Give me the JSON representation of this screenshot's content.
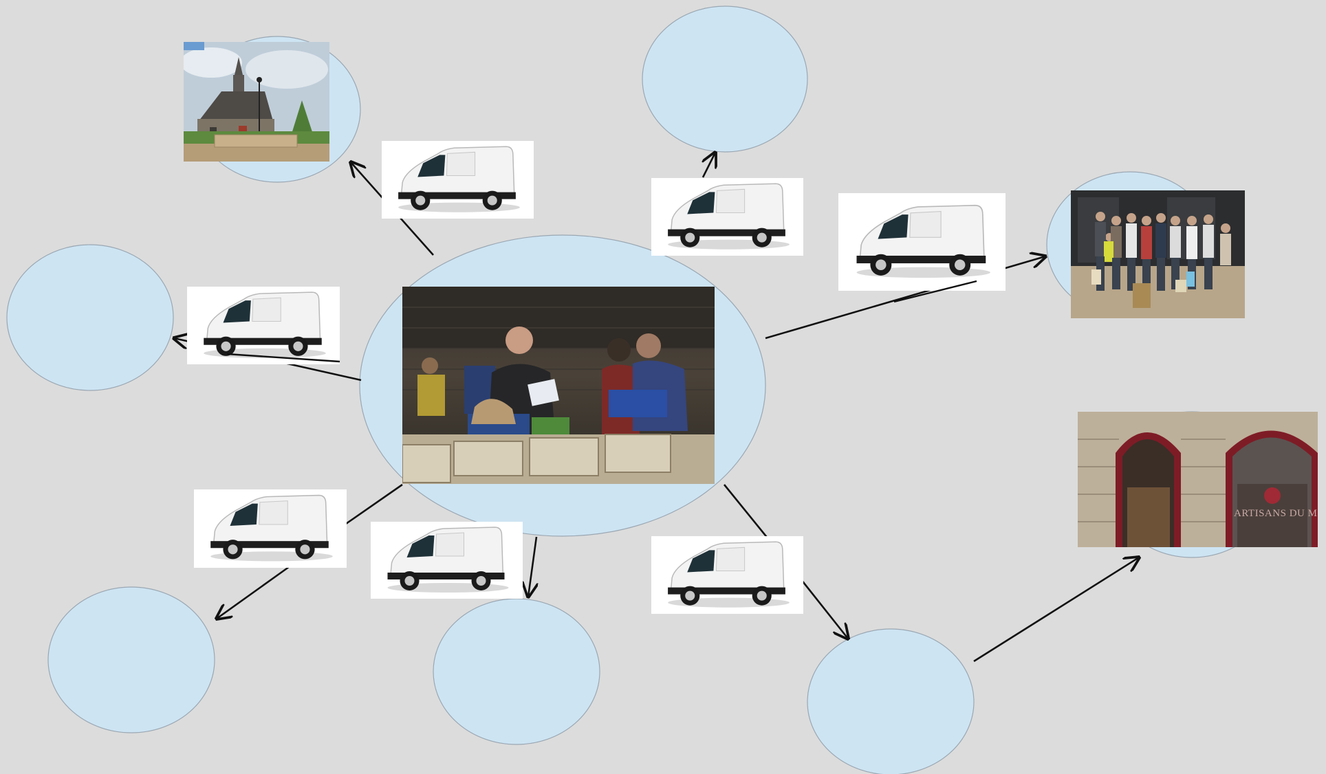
{
  "diagram": {
    "title": "",
    "colors": {
      "background": "#dcdcdc",
      "node_fill": "#cde4f3",
      "node_stroke": "#9aa7b2",
      "arrow": "#111111",
      "van_box": "#ffffff"
    },
    "nodes": [
      {
        "id": "hub",
        "image": "packing-vegetables-photo"
      },
      {
        "id": "church",
        "image": "village-church-photo"
      },
      {
        "id": "top-empty",
        "image": ""
      },
      {
        "id": "group",
        "image": "group-of-people-photo"
      },
      {
        "id": "left-empty",
        "image": ""
      },
      {
        "id": "shop",
        "image": "shopfront-photo"
      },
      {
        "id": "bottom-left-empty",
        "image": ""
      },
      {
        "id": "bottom-center-empty",
        "image": ""
      },
      {
        "id": "bottom-right-empty",
        "image": ""
      }
    ],
    "edges": [
      {
        "from": "hub",
        "to": "church",
        "icon": "delivery-van"
      },
      {
        "from": "hub",
        "to": "top-empty",
        "icon": "delivery-van"
      },
      {
        "from": "hub",
        "to": "group",
        "icon": "delivery-van"
      },
      {
        "from": "hub",
        "to": "left-empty",
        "icon": "delivery-van"
      },
      {
        "from": "hub",
        "to": "bottom-left-empty",
        "icon": "delivery-van"
      },
      {
        "from": "hub",
        "to": "bottom-center-empty",
        "icon": "delivery-van"
      },
      {
        "from": "hub",
        "to": "bottom-right-empty",
        "icon": "delivery-van"
      },
      {
        "from": "bottom-right-empty",
        "to": "shop",
        "icon": ""
      }
    ],
    "shop_sign": "ARTISANS DU MONDE"
  }
}
